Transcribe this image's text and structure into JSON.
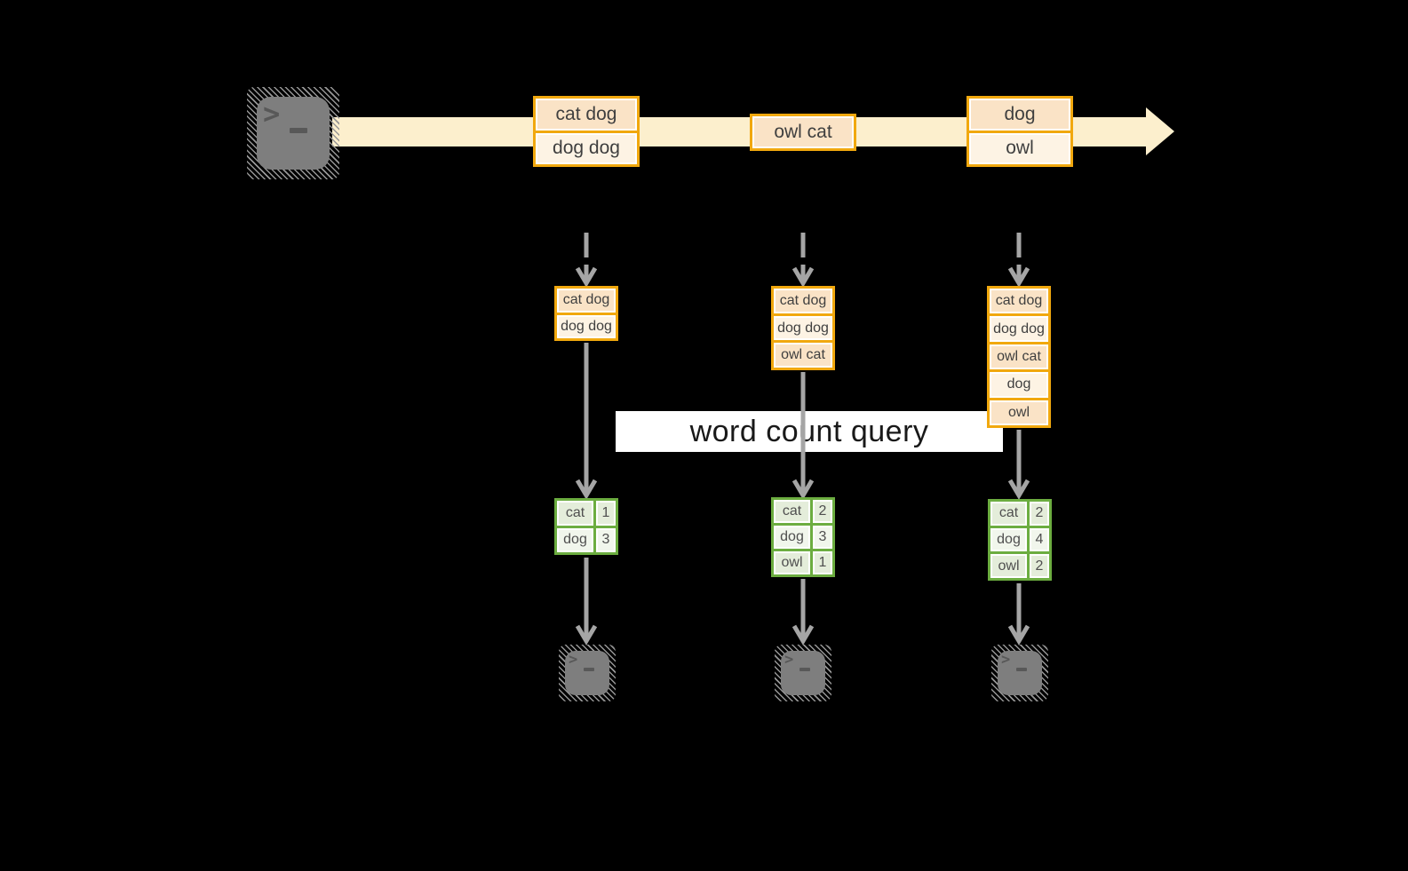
{
  "diagram_title": "word count query stream diagram",
  "query_banner": {
    "label": "word count query"
  },
  "icons": {
    "source_terminal": "terminal-icon",
    "sink_terminal": "terminal-icon",
    "prompt_glyph": ">"
  },
  "colors": {
    "background": "#000000",
    "stream_band": "#FCEFCD",
    "record_border": "#F1A80E",
    "record_fill_dark": "#FAE3C6",
    "record_fill_light": "#FDF3E4",
    "table_border": "#6CAD40",
    "table_fill_dark": "#E4EDDA",
    "table_fill_light": "#F1F6EC",
    "arrow_gray": "#A5A5A5"
  },
  "stream": {
    "events": [
      {
        "rows": [
          "cat dog",
          "dog dog"
        ]
      },
      {
        "rows": [
          "owl cat"
        ]
      },
      {
        "rows": [
          "dog",
          "owl"
        ]
      }
    ]
  },
  "columns": [
    {
      "buffer": [
        "cat dog",
        "dog dog"
      ],
      "counts": [
        {
          "word": "cat",
          "count": "1"
        },
        {
          "word": "dog",
          "count": "3"
        }
      ]
    },
    {
      "buffer": [
        "cat dog",
        "dog dog",
        "owl cat"
      ],
      "counts": [
        {
          "word": "cat",
          "count": "2"
        },
        {
          "word": "dog",
          "count": "3"
        },
        {
          "word": "owl",
          "count": "1"
        }
      ]
    },
    {
      "buffer": [
        "cat dog",
        "dog dog",
        "owl cat",
        "dog",
        "owl"
      ],
      "counts": [
        {
          "word": "cat",
          "count": "2"
        },
        {
          "word": "dog",
          "count": "4"
        },
        {
          "word": "owl",
          "count": "2"
        }
      ]
    }
  ]
}
